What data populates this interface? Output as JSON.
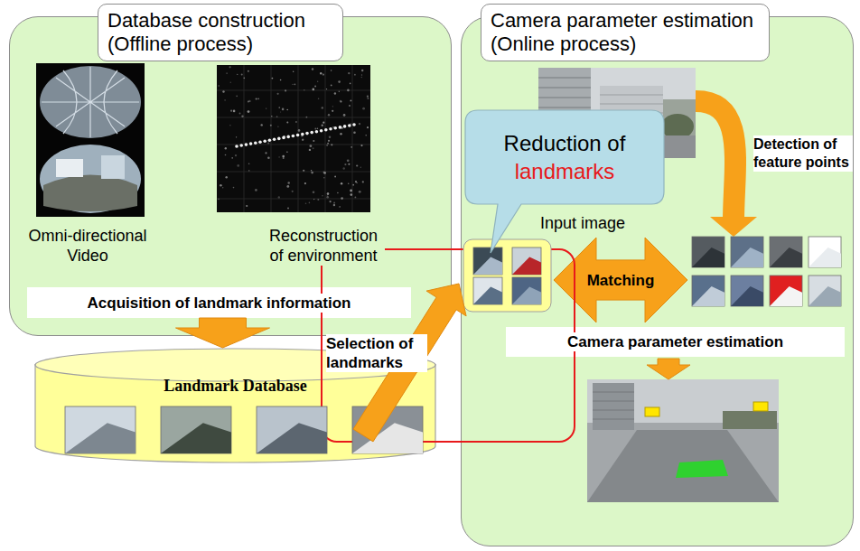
{
  "diagram": {
    "nodes": [
      {
        "text": [
          "Database construction (Offline process)"
        ]
      },
      {
        "text": [
          "Acquisition of landmark information"
        ],
        "in": 0
      },
      {
        "text": [
          "Landmark Database"
        ]
      },
      {
        "text": [
          "Camera parameter estimation (Online process)"
        ]
      },
      {
        "text": [
          "Matching"
        ],
        "in": 3
      },
      {
        "text": [
          "Camera parameter estimation"
        ],
        "in": 3
      },
      {
        "text": [
          "Reduction of",
          "landmarks"
        ],
        "in": 3
      },
      {
        "text": [
          "Selection of landmarks"
        ]
      }
    ],
    "edges": [
      {
        "from": 1,
        "to": 2,
        "arrow": "to"
      }
    ],
    "labels": [
      "Omni-directional Video",
      "Reconstruction of environment",
      "Input image",
      "Detection of feature points"
    ]
  }
}
